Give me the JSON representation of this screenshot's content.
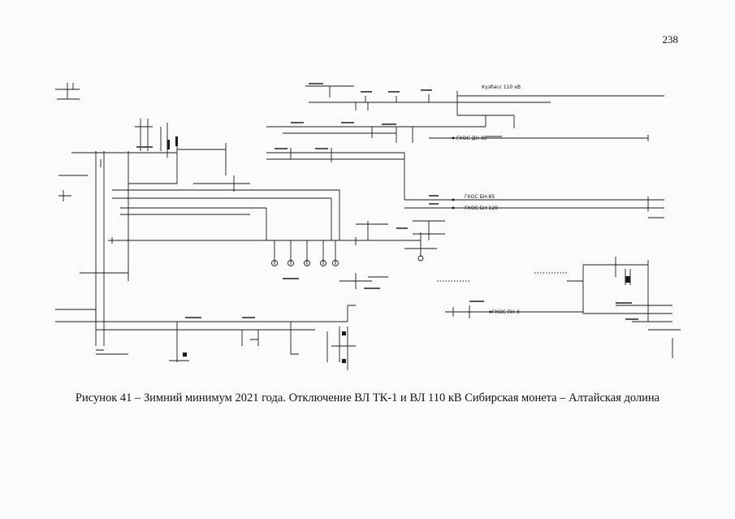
{
  "page": {
    "number": "238"
  },
  "caption": {
    "text": "Рисунок 41 – Зимний минимум 2021 года. Отключение ВЛ ТК-1 и ВЛ 110 кВ Сибирская монета – Алтайская долина"
  },
  "diagram": {
    "line_labels": {
      "kuzbass": "Кузбасс 110 кВ",
      "gkos_dn85": "ГКОС ДН-85",
      "gkos_bn85": "ГКОС БН-85",
      "gkos_bn120": "ГКОС БН-120",
      "gkos_pn3": "ГКОС ПН-3"
    }
  }
}
